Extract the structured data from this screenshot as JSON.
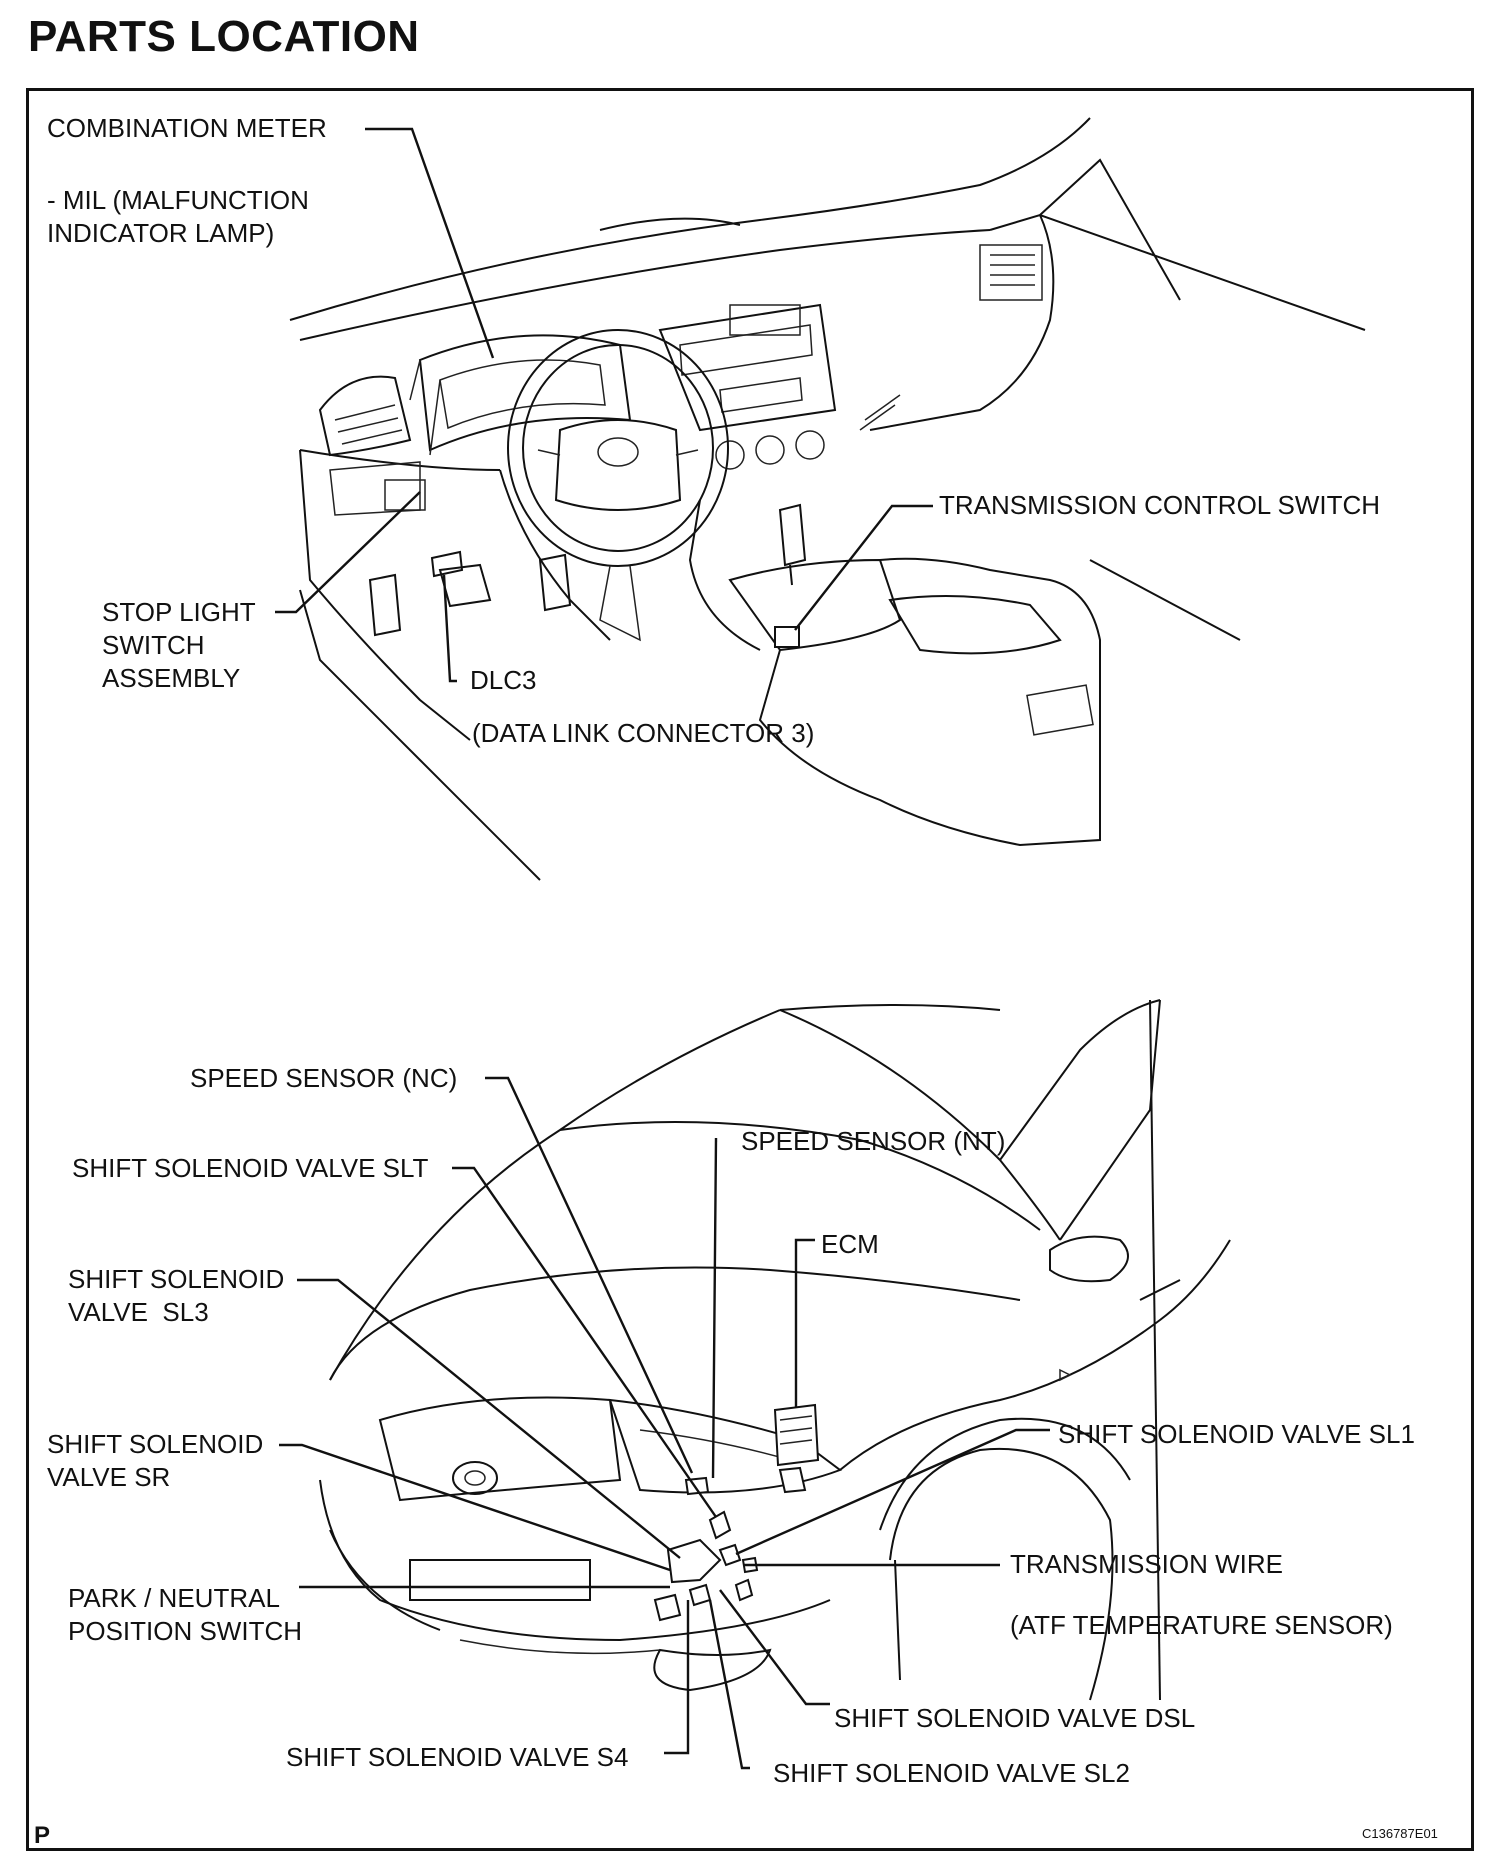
{
  "header": {
    "title": "PARTS LOCATION"
  },
  "labels": {
    "combination_meter": "COMBINATION METER",
    "mil": "- MIL (MALFUNCTION\nINDICATOR LAMP)",
    "stop_light_switch": "STOP LIGHT\nSWITCH\nASSEMBLY",
    "dlc3": "DLC3",
    "dlc3_full": "(DATA LINK CONNECTOR 3)",
    "transmission_control_switch": "TRANSMISSION CONTROL SWITCH",
    "speed_sensor_nc": "SPEED SENSOR (NC)",
    "shift_solenoid_slt": "SHIFT SOLENOID VALVE SLT",
    "speed_sensor_nt": "SPEED SENSOR (NT)",
    "ecm": "ECM",
    "shift_solenoid_sl3": "SHIFT SOLENOID\nVALVE  SL3",
    "shift_solenoid_sr": "SHIFT SOLENOID\nVALVE SR",
    "shift_solenoid_sl1": "SHIFT SOLENOID VALVE SL1",
    "transmission_wire": "TRANSMISSION WIRE",
    "atf_temp_sensor": "(ATF TEMPERATURE SENSOR)",
    "park_neutral_switch": "PARK / NEUTRAL\nPOSITION SWITCH",
    "shift_solenoid_dsl": "SHIFT SOLENOID VALVE DSL",
    "shift_solenoid_s4": "SHIFT SOLENOID VALVE S4",
    "shift_solenoid_sl2": "SHIFT SOLENOID VALVE SL2"
  },
  "footer": {
    "page_mark": "P",
    "figure_code": "C136787E01"
  }
}
